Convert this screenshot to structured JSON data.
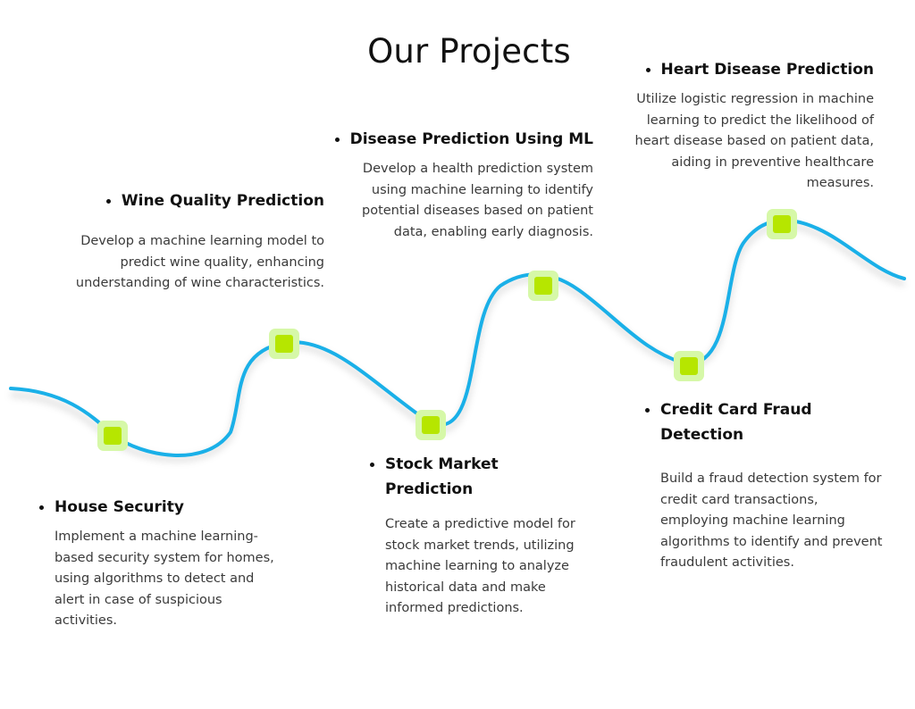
{
  "title": "Our Projects",
  "accent": {
    "curve": "#1ab0e8",
    "marker_outer": "#d6f8a8",
    "marker_inner": "#b6e600"
  },
  "projects": [
    {
      "id": "house-security",
      "heading": "House Security",
      "description": "Implement a machine learning-based security system for homes, using algorithms to detect and alert in case of suspicious activities."
    },
    {
      "id": "wine-quality",
      "heading": "Wine Quality Prediction",
      "description": "Develop a machine learning model to predict wine quality, enhancing understanding of wine characteristics."
    },
    {
      "id": "stock-market",
      "heading": "Stock Market Prediction",
      "description": "Create a predictive model for stock market trends, utilizing machine learning to analyze historical data and make informed predictions."
    },
    {
      "id": "disease-prediction",
      "heading": "Disease Prediction Using ML",
      "description": "Develop a health prediction system using machine learning to identify potential diseases based on patient data, enabling early diagnosis."
    },
    {
      "id": "credit-card-fraud",
      "heading": "Credit Card Fraud Detection",
      "description": "Build a fraud detection system for credit card transactions, employing machine learning algorithms to identify and prevent fraudulent activities."
    },
    {
      "id": "heart-disease",
      "heading": "Heart Disease Prediction",
      "description": "Utilize logistic regression in machine learning to predict the likelihood of heart disease based on patient data, aiding in preventive healthcare measures."
    }
  ]
}
